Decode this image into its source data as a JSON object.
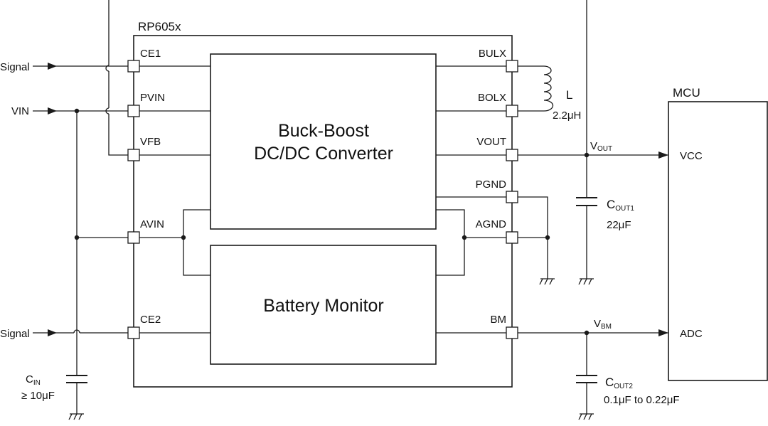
{
  "chip_label": "RP605x",
  "mcu_label": "MCU",
  "blocks": {
    "converter_line1": "Buck-Boost",
    "converter_line2": "DC/DC Converter",
    "monitor": "Battery Monitor"
  },
  "left_pins": [
    "CE1",
    "PVIN",
    "VFB",
    "AVIN",
    "CE2"
  ],
  "right_pins": [
    "BULX",
    "BOLX",
    "VOUT",
    "PGND",
    "AGND",
    "BM"
  ],
  "inputs": {
    "signal_top": "Signal",
    "vin": "VIN",
    "signal_bottom": "Signal"
  },
  "mcu_pins": {
    "vcc": "VCC",
    "adc": "ADC"
  },
  "inductor": {
    "name": "L",
    "value": "2.2μH"
  },
  "nets": {
    "vout_main": "V",
    "vout_sub": "OUT",
    "vbm_main": "V",
    "vbm_sub": "BM"
  },
  "caps": {
    "cin_main": "C",
    "cin_sub": "IN",
    "cin_value": "≥ 10μF",
    "cout1_main": "C",
    "cout1_sub": "OUT1",
    "cout1_value": "22μF",
    "cout2_main": "C",
    "cout2_sub": "OUT2",
    "cout2_value": "0.1μF to 0.22μF"
  }
}
